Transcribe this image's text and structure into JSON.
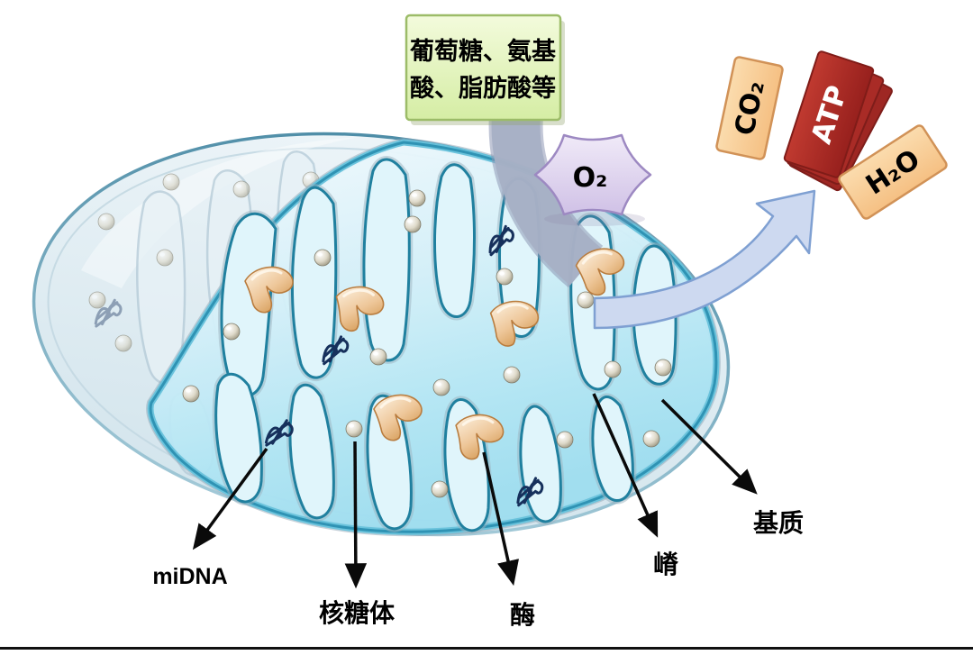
{
  "substrates_box": {
    "line1": "葡萄糖、氨基",
    "line2": "酸、脂肪酸等"
  },
  "molecules": {
    "o2": "O₂",
    "co2": "CO₂",
    "atp": "ATP",
    "h2o": "H₂O"
  },
  "part_labels": {
    "midna": "miDNA",
    "ribosome": "核糖体",
    "enzyme": "酶",
    "cristae": "嵴",
    "matrix": "基质"
  },
  "colors": {
    "substrates_box_fill": "#e3f1b4",
    "substrates_box_border": "#9cbc68",
    "o2_badge_fill": "#ddd0ec",
    "o2_badge_border": "#9d89c2",
    "gas_tag_fill": "#f9d2a6",
    "gas_tag_border": "#d19257",
    "atp_fill": "#a92b26",
    "matrix_fill": "#bfe9f6",
    "membrane_stroke": "#2f93b4",
    "crista_stroke": "#20809f",
    "dna_color": "#16305c",
    "enzyme_fill": "#ecc193",
    "input_arrow": "#a6b0c5",
    "output_arrow": "#cdd9f0"
  }
}
